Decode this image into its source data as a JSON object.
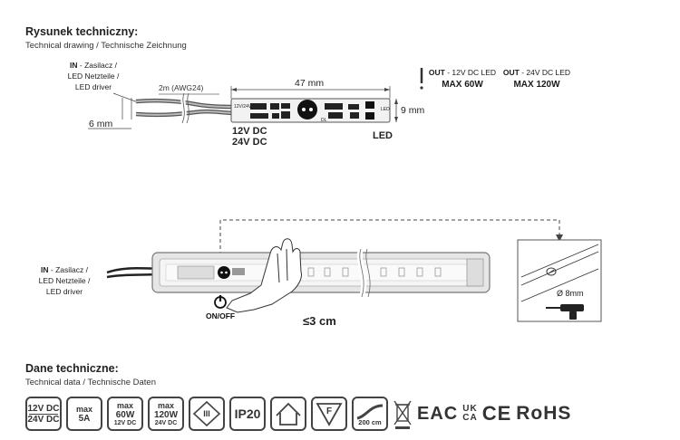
{
  "header": {
    "title": "Rysunek techniczny:",
    "subtitle": "Technical drawing / Technische Zeichnung"
  },
  "drawing": {
    "in_prefix": "IN",
    "in_line1": " - Zasilacz /",
    "in_line2": "LED Netzteile /",
    "in_line3": "LED driver",
    "cable_label": "2m (AWG24)",
    "width_label": "47 mm",
    "height_label": "9 mm",
    "cable_dim_label": "6 mm",
    "voltage_line1": "12V DC",
    "voltage_line2": "24V DC",
    "led_label": "LED",
    "pcb_voltage": "12V/24V",
    "pcb_led": "LED",
    "pcb_dl": "DL",
    "out1_prefix": "OUT",
    "out1_text": " - 12V DC LED",
    "out1_max": "MAX 60W",
    "out2_prefix": "OUT",
    "out2_text": " - 24V DC LED",
    "out2_max": "MAX 120W",
    "exclaim": "!"
  },
  "mounting": {
    "in_prefix": "IN",
    "in_line1": " - Zasilacz /",
    "in_line2": "LED Netzteile /",
    "in_line3": "LED driver",
    "onoff_label": "ON/OFF",
    "distance_label": "≤3 cm",
    "drill_label": "Ø 8mm"
  },
  "tech": {
    "title": "Dane techniczne:",
    "subtitle": "Technical data / Technische Daten"
  },
  "icons": {
    "voltage_1": "12V DC",
    "voltage_2": "24V DC",
    "current_max": "max",
    "current_value": "5A",
    "power12_max": "max",
    "power12_value": "60W",
    "power12_volt": "12V DC",
    "power24_max": "max",
    "power24_value": "120W",
    "power24_volt": "24V DC",
    "class_symbol": "III",
    "ip_rating": "IP20",
    "f_mark": "F",
    "cable_length": "200 cm",
    "eac": "EAC",
    "ukca_top": "UK",
    "ukca_bottom": "CA",
    "ce": "CE",
    "rohs": "RoHS"
  }
}
